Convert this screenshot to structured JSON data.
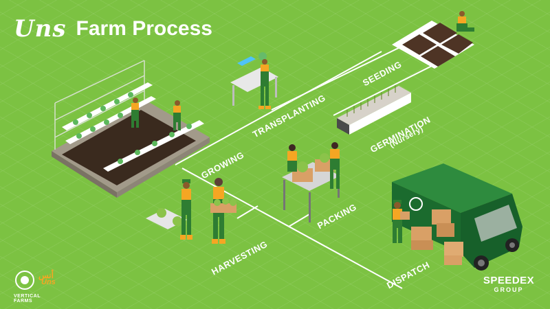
{
  "header": {
    "brand": "Uns",
    "title": "Farm Process"
  },
  "steps": {
    "seeding": "SEEDING",
    "transplanting": "TRANSPLANTING",
    "germination": "GERMINATION",
    "germination_sub": "(Nursery)",
    "growing": "GROWING",
    "packing": "PACKING",
    "harvesting": "HARVESTING",
    "dispatch": "DISPATCH"
  },
  "logo": {
    "arabic": "أنس",
    "brand": "Uns",
    "sub": "VERTICAL FARMS"
  },
  "partner": {
    "name": "SPEEDEX",
    "sub": "GROUP"
  },
  "colors": {
    "background": "#7cc242",
    "uniform": "#2e7d32",
    "shirt": "#f5a623",
    "van": "#1b6b2e"
  }
}
